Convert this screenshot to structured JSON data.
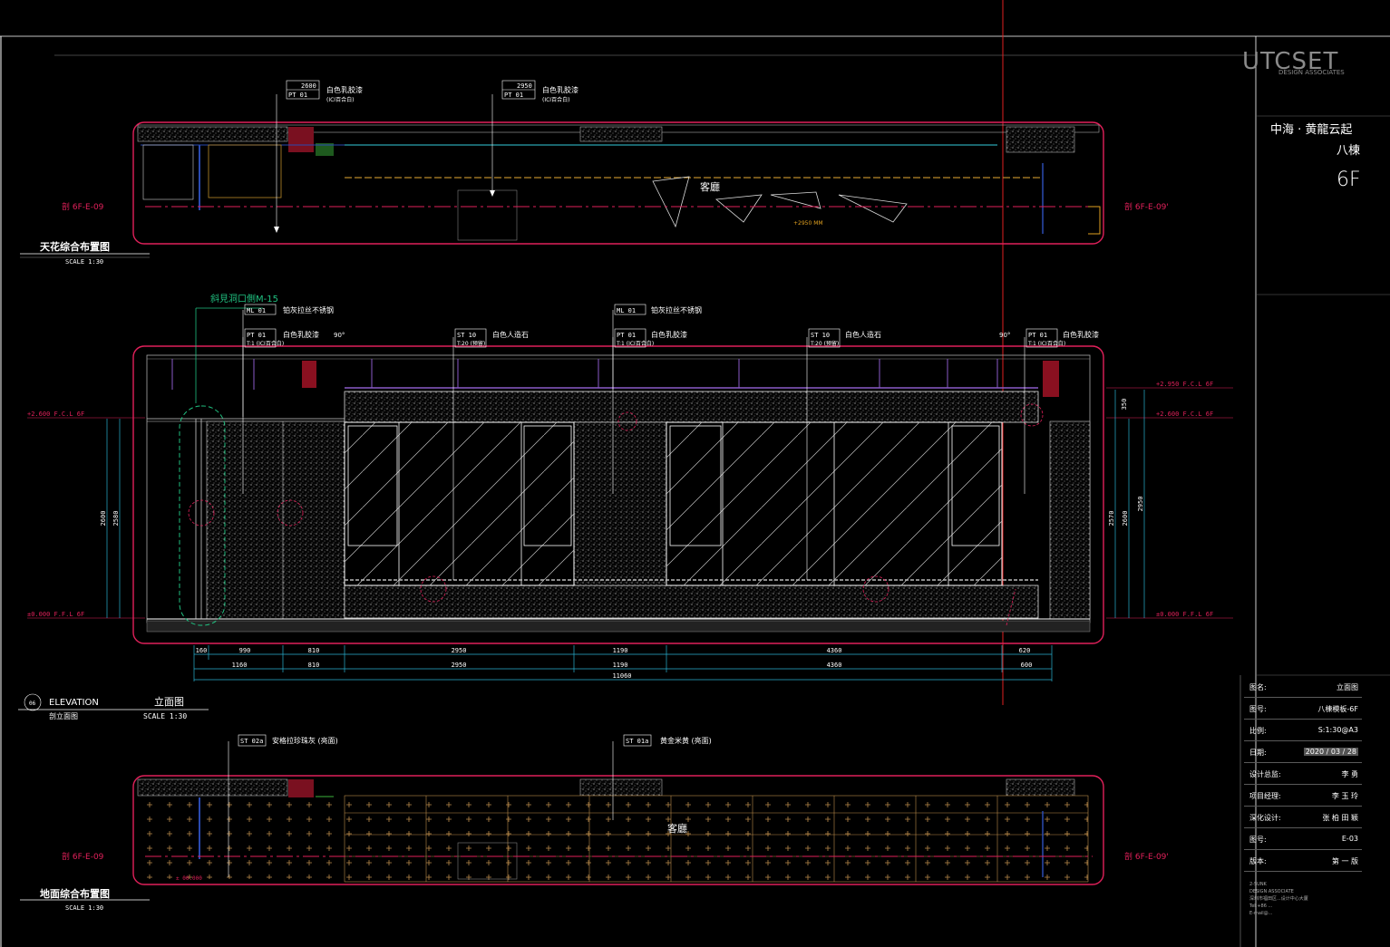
{
  "title_block": {
    "logo_text": "UTCSET",
    "logo_sub": "DESIGN ASSOCIATES",
    "project_name": "中海 · 黄龍云起",
    "building": "八棟",
    "floor": "6F",
    "rows": [
      {
        "key": "图名:",
        "value": "立面图"
      },
      {
        "key": "图号:",
        "value": "八棟模板-6F"
      },
      {
        "key": "比例:",
        "value": "S:1:30@A3"
      },
      {
        "key": "日期:",
        "value": "2020 / 03 / 28"
      },
      {
        "key": "设计总监:",
        "value": "李 勇"
      },
      {
        "key": "项目经理:",
        "value": "李 玉 玲"
      },
      {
        "key": "深化设计:",
        "value": "张 柏 田 颖"
      },
      {
        "key": "图号:",
        "value": "E-03"
      },
      {
        "key": "版本:",
        "value": "第 一 版"
      }
    ],
    "footer": [
      "2-SUNK",
      "DESIGN ASSOCIATE",
      "深圳市福田区...设计中心大厦",
      "Tel:+86 ...",
      "E-mail@..."
    ]
  },
  "ceiling_plan": {
    "title": "天花综合布置图",
    "scale": "SCALE 1:30",
    "tag1": {
      "code": "PT 01",
      "dim": "2600",
      "label": "白色乳胶漆",
      "sub": "(ICI百合白)"
    },
    "tag2": {
      "code": "PT 01",
      "dim": "2950",
      "label": "白色乳胶漆",
      "sub": "(ICI百合白)"
    },
    "room_label": "客廳",
    "ref_left": "剖 6F-E-09",
    "ref_right": "剖 6F-E-09'",
    "height_note": "+2950 MM"
  },
  "elevation": {
    "title_en": "ELEVATION",
    "title_cn": "立面图",
    "scale": "SCALE 1:30",
    "sub_title": "剖立面图",
    "ref_no": "06",
    "door_ref": "斜見洞口側M-15",
    "tags": [
      {
        "code": "ML 01",
        "label": "铂灰拉丝不锈钢",
        "sub": ""
      },
      {
        "code": "PT 01",
        "label": "白色乳胶漆",
        "sub": "T:1 (ICI百合白)"
      },
      {
        "code": "ST 10",
        "label": "白色人造石",
        "sub": "T:20 (预留)"
      },
      {
        "code": "ML 01",
        "label": "铂灰拉丝不锈钢",
        "sub": ""
      },
      {
        "code": "PT 01",
        "label": "白色乳胶漆",
        "sub": "T:1 (ICI百合白)"
      },
      {
        "code": "ST 10",
        "label": "白色人造石",
        "sub": "T:20 (预留)"
      },
      {
        "code": "PT 01",
        "label": "白色乳胶漆",
        "sub": "T:1 (ICI百合白)"
      }
    ],
    "levels": {
      "top_right": "+2.950 F.C.L 6F",
      "mid_right": "+2.600 F.C.L 6F",
      "mid_left": "+2.600 F.C.L 6F",
      "bottom_left": "±0.000 F.F.L 6F",
      "bottom_right": "±0.000 F.F.L 6F"
    },
    "vert_dims_left": [
      "2600",
      "2580"
    ],
    "vert_dims_right": [
      "350",
      "2950",
      "2600",
      "2570"
    ],
    "dims_row1": [
      "160",
      "990",
      "810",
      "2950",
      "1190",
      "4360",
      "620"
    ],
    "dims_row2": [
      "1160",
      "810",
      "2950",
      "1190",
      "4360",
      "600"
    ],
    "total": "11060",
    "angle": "90°"
  },
  "floor_plan": {
    "title": "地面综合布置图",
    "scale": "SCALE 1:30",
    "tag1": {
      "code": "ST 02a",
      "label": "安格拉珍珠灰 (亮面)"
    },
    "tag2": {
      "code": "ST 01a",
      "label": "黄金米黄 (亮面)"
    },
    "room_label": "客廳",
    "ref_left": "剖 6F-E-09",
    "ref_right": "剖 6F-E-09'",
    "level": "± 00.000"
  }
}
